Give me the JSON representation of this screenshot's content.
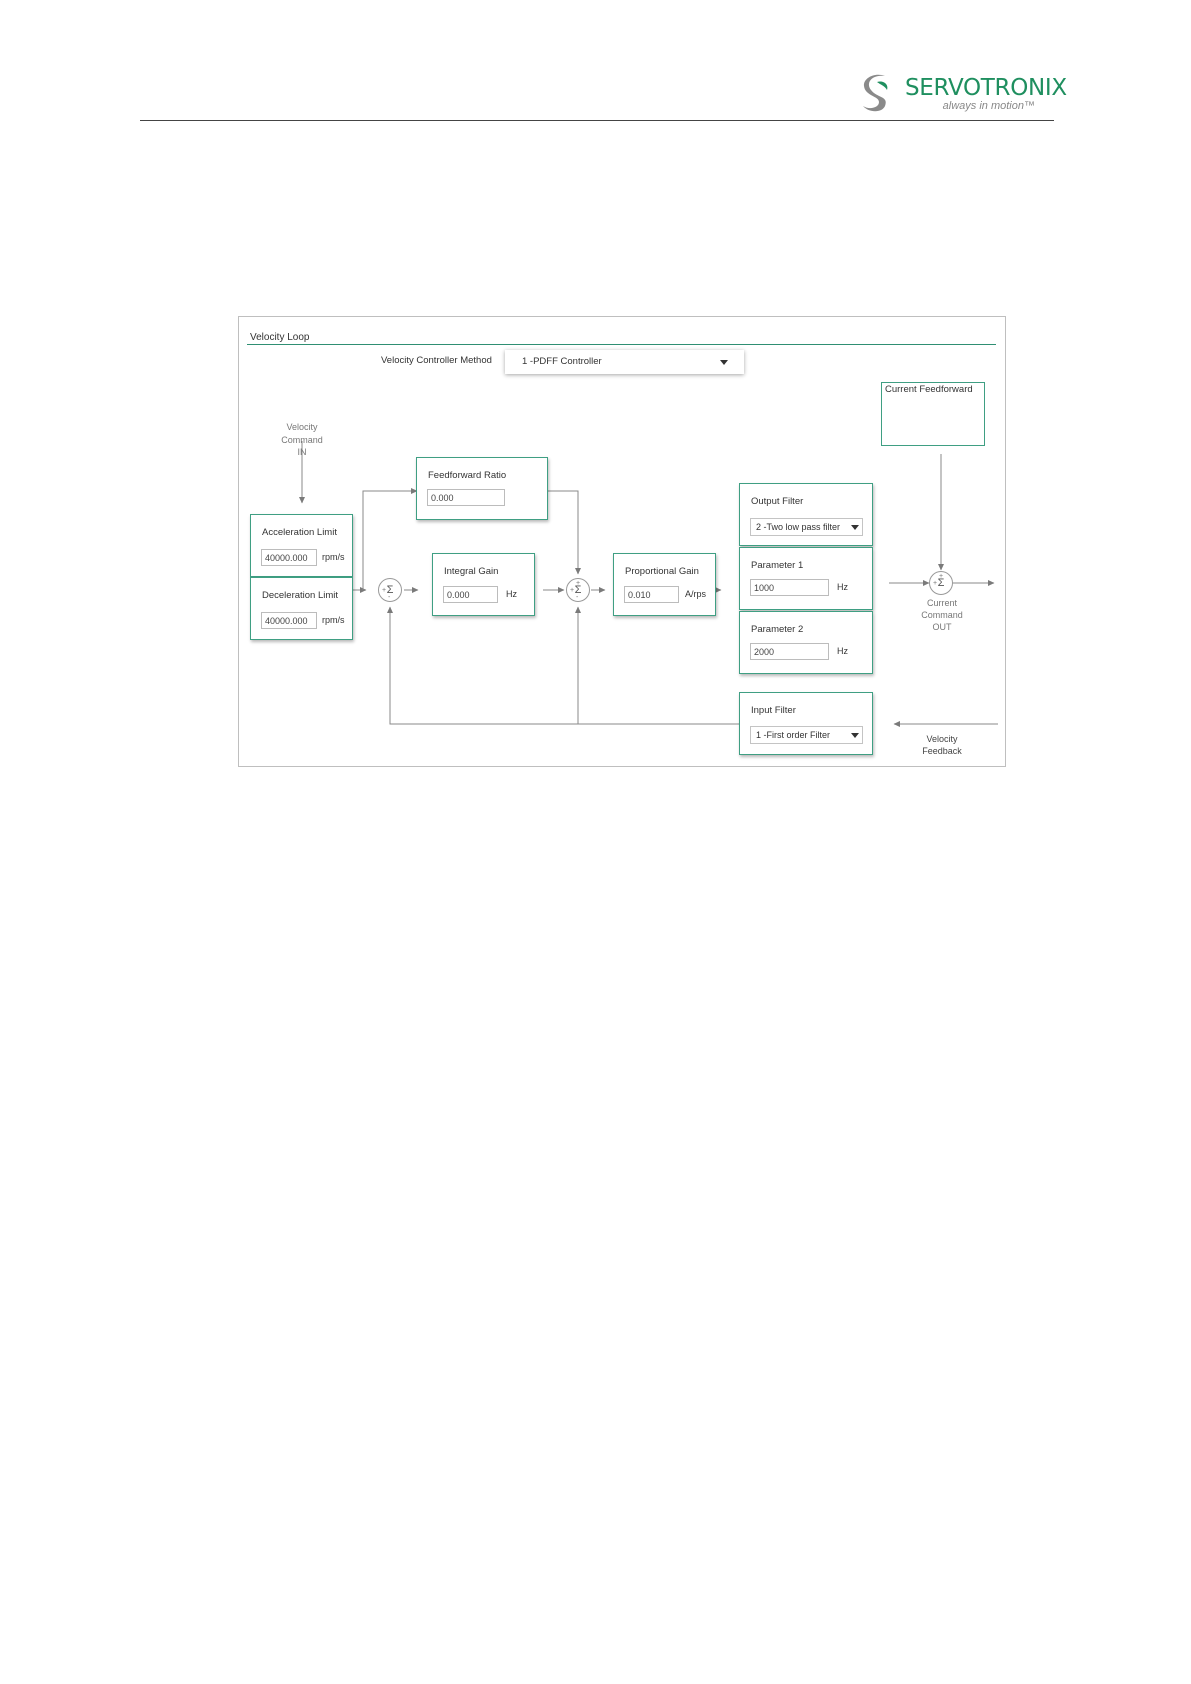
{
  "header": {
    "brand": "SERVOTRONIX",
    "tagline": "always in motion™",
    "colors": {
      "brand_green": "#1f8f5f",
      "logo_gray": "#8a8a8a"
    }
  },
  "panel": {
    "title": "Velocity Loop",
    "controller_method_label": "Velocity Controller Method",
    "controller_method_value": "1 -PDFF Controller"
  },
  "labels": {
    "velocity_command_in": [
      "Velocity",
      "Command",
      "IN"
    ],
    "current_command_out": [
      "Current",
      "Command",
      "OUT"
    ],
    "velocity_feedback": [
      "Velocity",
      "Feedback"
    ],
    "sum_symbol": "Σ"
  },
  "blocks": {
    "acceleration_limit": {
      "title": "Acceleration Limit",
      "value": "40000.000",
      "unit": "rpm/s"
    },
    "deceleration_limit": {
      "title": "Deceleration Limit",
      "value": "40000.000",
      "unit": "rpm/s"
    },
    "feedforward_ratio": {
      "title": "Feedforward Ratio",
      "value": "0.000"
    },
    "integral_gain": {
      "title": "Integral Gain",
      "value": "0.000",
      "unit": "Hz"
    },
    "proportional_gain": {
      "title": "Proportional Gain",
      "value": "0.010",
      "unit": "A/rps"
    },
    "output_filter": {
      "title": "Output Filter",
      "value": "2 -Two low pass filter"
    },
    "parameter1": {
      "title": "Parameter 1",
      "value": "1000",
      "unit": "Hz"
    },
    "parameter2": {
      "title": "Parameter 2",
      "value": "2000",
      "unit": "Hz"
    },
    "input_filter": {
      "title": "Input Filter",
      "value": "1 -First order Filter"
    },
    "current_feedforward": {
      "title": "Current Feedforward"
    }
  },
  "sum_signs": {
    "sum1": {
      "left": "+",
      "bottom": "-"
    },
    "sum2": {
      "left": "+",
      "top": "+",
      "bottom": "-"
    },
    "sum3": {
      "left": "+",
      "top": "+"
    }
  },
  "accent_color": "#3f9f83"
}
